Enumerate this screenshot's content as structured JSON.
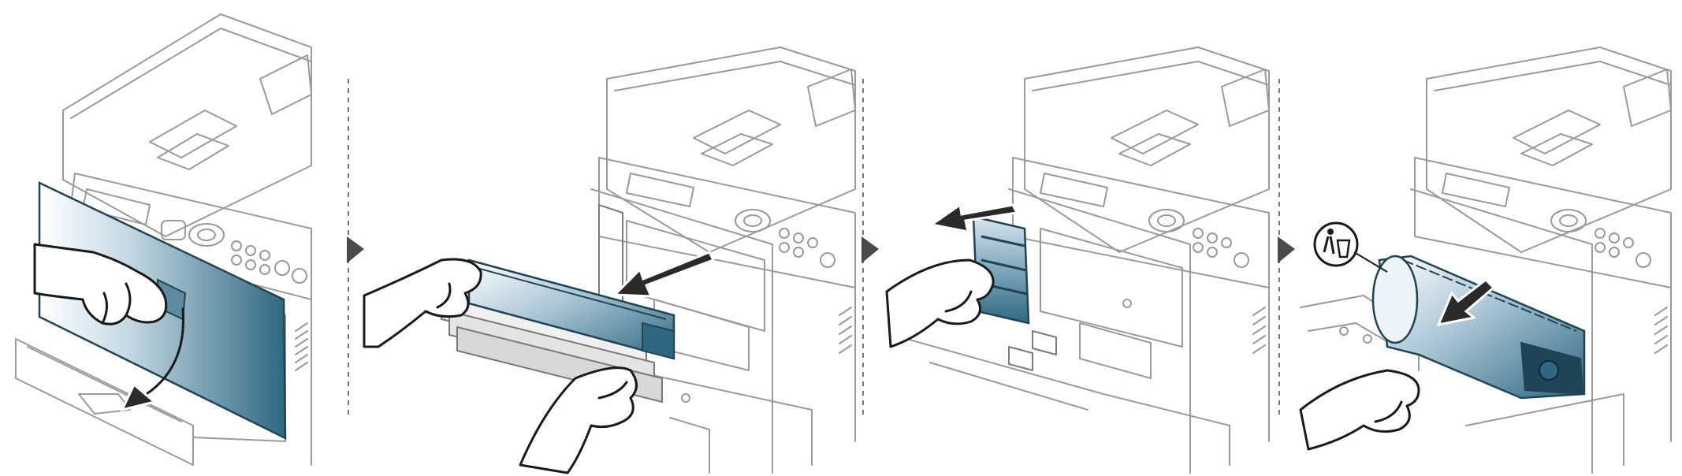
{
  "figure": {
    "panel_count": 4,
    "panels": [
      {
        "step": 1,
        "subject": "front-cover-open"
      },
      {
        "step": 2,
        "subject": "toner-cartridge-removal"
      },
      {
        "step": 3,
        "subject": "waste-toner-container-removal"
      },
      {
        "step": 4,
        "subject": "imaging-unit-removal"
      }
    ],
    "colors": {
      "accent_light": "#e9f1f5",
      "accent_mid": "#8fb2c4",
      "accent_dark": "#2f6781",
      "outline": "#9a9a9a",
      "ink": "#1a1a1a",
      "separator": "#777777",
      "step_arrow": "#4a4a4a"
    },
    "icons": [
      "step-arrow-icon",
      "direction-arrow-icon",
      "recycle-bin-icon"
    ]
  }
}
